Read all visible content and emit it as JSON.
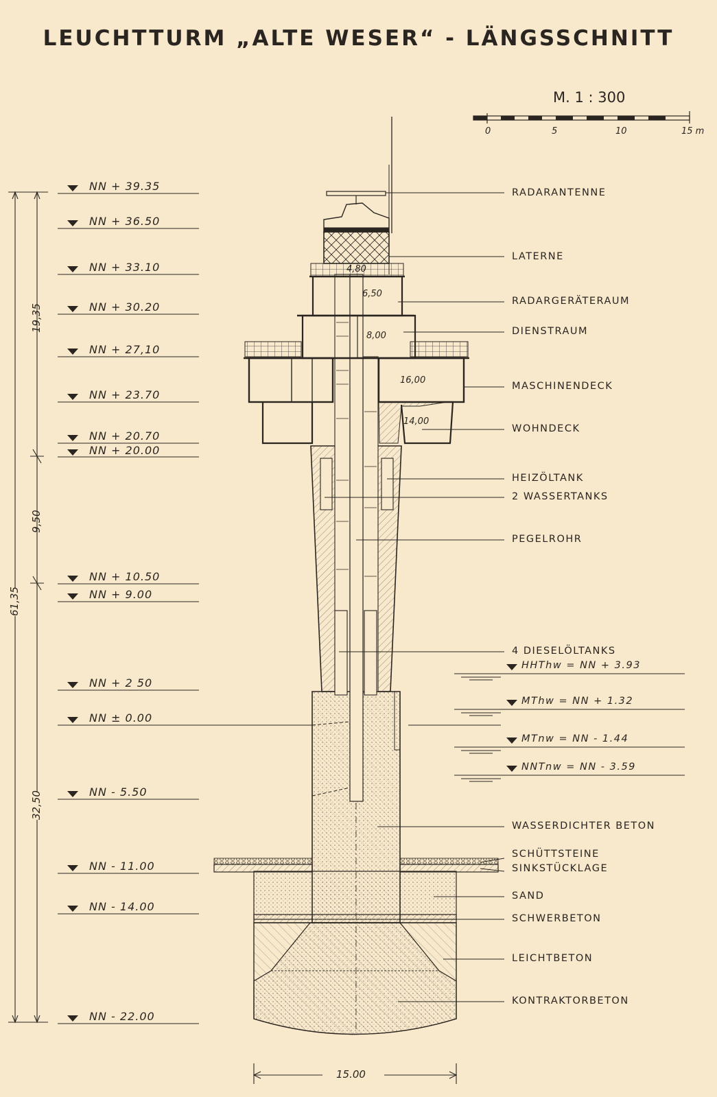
{
  "title": "LEUCHTTURM „ALTE WESER“ - LÄNGSSCHNITT",
  "scale": {
    "label": "M. 1 : 300",
    "ticks": [
      "0",
      "5",
      "10",
      "15 m"
    ]
  },
  "levels": [
    "NN + 39.35",
    "NN + 36.50",
    "NN + 33.10",
    "NN + 30.20",
    "NN + 27,10",
    "NN + 23.70",
    "NN + 20.70",
    "NN + 20.00",
    "NN + 10.50",
    "NN + 9.00",
    "NN + 2 50",
    "NN ± 0.00",
    "NN - 5.50",
    "NN - 11.00",
    "NN - 14.00",
    "NN - 22.00"
  ],
  "vertical_dimensions": {
    "upper": "19,35",
    "middle": "9,50",
    "overall": "61,35",
    "lower": "32,50"
  },
  "inner_dimensions": {
    "lantern": "4,80",
    "radar_room": "6,50",
    "service_room": "8,00",
    "machine_deck": "16,00",
    "living_deck": "14,00"
  },
  "base_width": "15.00",
  "component_labels": [
    "RADARANTENNE",
    "LATERNE",
    "RADARGERÄTERAUM",
    "DIENSTRAUM",
    "MASCHINENDECK",
    "WOHNDECK",
    "HEIZÖLTANK",
    "2 WASSERTANKS",
    "PEGELROHR",
    "4 DIESELÖLTANKS"
  ],
  "water_levels": [
    "HHThw = NN + 3.93",
    "MThw = NN + 1.32",
    "MTnw = NN - 1.44",
    "NNTnw = NN - 3.59"
  ],
  "material_labels": [
    "WASSERDICHTER BETON",
    "SCHÜTTSTEINE",
    "SINKSTÜCKLAGE",
    "SAND",
    "SCHWERBETON",
    "LEICHTBETON",
    "KONTRAKTORBETON"
  ],
  "colors": {
    "paper": "#f8e9cc",
    "ink": "#2a2520"
  }
}
